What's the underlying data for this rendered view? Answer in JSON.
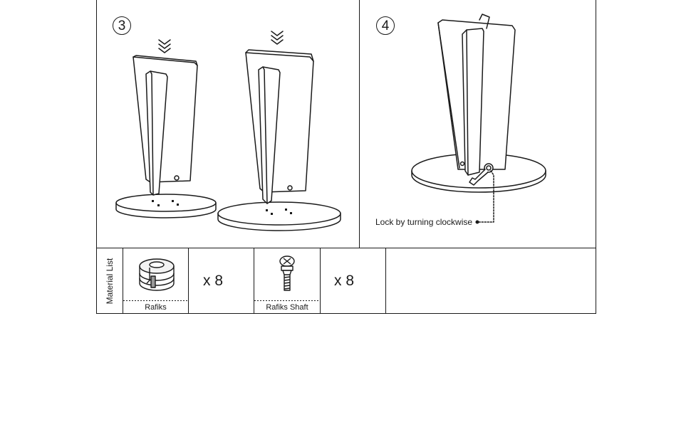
{
  "steps": [
    {
      "number": "3"
    },
    {
      "number": "4"
    }
  ],
  "step4_note": "Lock by turning clockwise",
  "material_list": {
    "title": "Material List",
    "items": [
      {
        "name": "Rafiks",
        "quantity": "x 8",
        "icon": "cam-lock-icon"
      },
      {
        "name": "Rafiks Shaft",
        "quantity": "x 8",
        "icon": "cam-bolt-icon"
      }
    ]
  },
  "colors": {
    "line": "#1a1a1a",
    "background": "#ffffff"
  }
}
